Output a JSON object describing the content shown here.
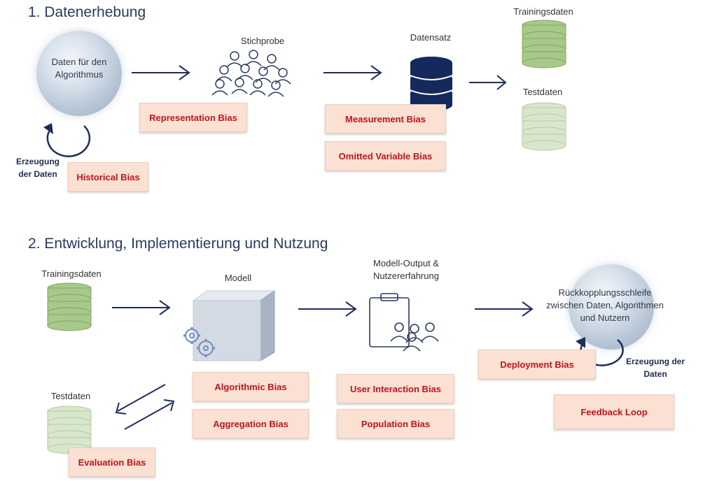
{
  "section1": {
    "title": "1. Datenerhebung",
    "globe_text": "Daten für den Algorithmus",
    "erzeugung_label": "Erzeugung der Daten",
    "stichprobe_label": "Stichprobe",
    "datensatz_label": "Datensatz",
    "trainingsdaten_label": "Trainingsdaten",
    "testdaten_label": "Testdaten",
    "biases": {
      "historical": "Historical Bias",
      "representation": "Representation Bias",
      "measurement": "Measurement Bias",
      "omitted": "Omitted Variable Bias"
    }
  },
  "section2": {
    "title": "2. Entwicklung, Implementierung und Nutzung",
    "trainingsdaten_label": "Trainingsdaten",
    "testdaten_label": "Testdaten",
    "modell_label": "Modell",
    "output_label": "Modell-Output & Nutzererfahrung",
    "feedback_text": "Rückkopplungsschleife zwischen Daten, Algorithmen und Nutzern",
    "erzeugung_label": "Erzeugung der Daten",
    "biases": {
      "evaluation": "Evaluation Bias",
      "algorithmic": "Algorithmic Bias",
      "aggregation": "Aggregation Bias",
      "user_interaction": "User Interaction Bias",
      "population": "Population Bias",
      "deployment": "Deployment Bias",
      "feedback_loop": "Feedback Loop"
    }
  },
  "colors": {
    "bias_fill": "#fbe1d4",
    "bias_text": "#c0141b",
    "arrow": "#1f2d5a",
    "database_dark": "#142a5c",
    "database_green": "#a9c98a"
  }
}
